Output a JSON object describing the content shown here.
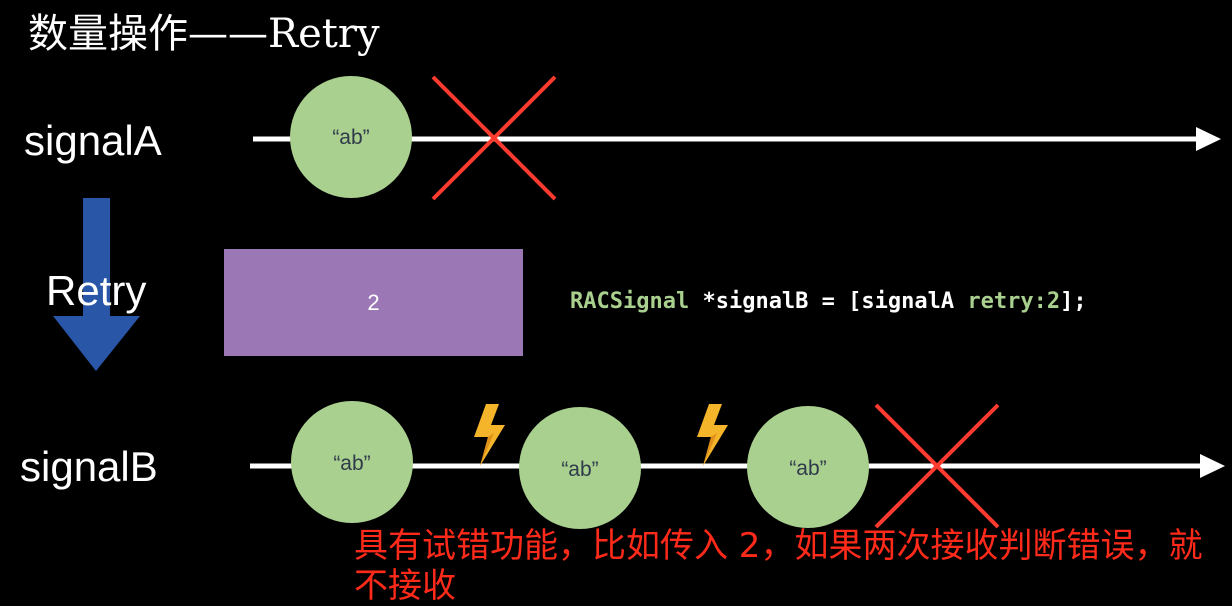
{
  "title": "数量操作——Retry",
  "signal_a": {
    "label": "signalA",
    "values": [
      "“ab”"
    ]
  },
  "signal_b": {
    "label": "signalB",
    "values": [
      "“ab”",
      "“ab”",
      "“ab”"
    ]
  },
  "operator": {
    "label": "Retry",
    "value": "2"
  },
  "code": {
    "class_name": "RACSignal",
    "pointer": " *signalB = [signalA ",
    "method": "retry:2",
    "end": "];"
  },
  "caption": "具有试错功能，比如传入 2，如果两次接收判断错误，就不接收",
  "colors": {
    "background": "#000000",
    "timeline": "#ffffff",
    "bubble": "#a9d08e",
    "operator_box": "#9b77b5",
    "cross": "#ff3b2f",
    "arrow": "#2a56a8",
    "caption": "#ff2a1a",
    "code_keyword": "#a9d08e"
  },
  "icons": [
    "lightning-icon",
    "cross-icon"
  ]
}
